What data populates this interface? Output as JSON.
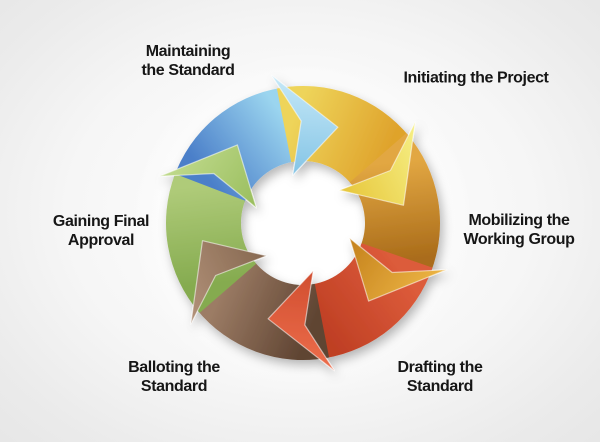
{
  "background": {
    "center": "#ffffff",
    "edge": "#e7e7e7"
  },
  "diagram": {
    "type": "cycle",
    "direction": "clockwise",
    "segments_count": 6,
    "center_hole_color": "#ffffff",
    "steps": [
      {
        "id": "maintaining",
        "label_line1": "Maintaining",
        "label_line2": "the Standard",
        "tip_angle": 20,
        "body_colors": [
          "#4b7fc9",
          "#9bd5ef"
        ],
        "head_colors": [
          "#c9eaf8",
          "#85c5e6"
        ]
      },
      {
        "id": "initiating",
        "label_line1": "Initiating the Project",
        "label_line2": "",
        "tip_angle": 80,
        "body_colors": [
          "#eed45a",
          "#dfa32c"
        ],
        "head_colors": [
          "#f7f28a",
          "#e7c73c"
        ]
      },
      {
        "id": "mobilizing",
        "label_line1": "Mobilizing the",
        "label_line2": "Working Group",
        "tip_angle": 140,
        "body_colors": [
          "#e2a742",
          "#aa6c1a"
        ],
        "head_colors": [
          "#efb847",
          "#c5821d"
        ]
      },
      {
        "id": "drafting",
        "label_line1": "Drafting the",
        "label_line2": "Standard",
        "tip_angle": 200,
        "body_colors": [
          "#dc5b3a",
          "#bf3f24"
        ],
        "head_colors": [
          "#ee6f4d",
          "#d14e30"
        ]
      },
      {
        "id": "balloting",
        "label_line1": "Balloting the",
        "label_line2": "Standard",
        "tip_angle": 260,
        "body_colors": [
          "#5f4432",
          "#9c7c65"
        ],
        "head_colors": [
          "#b5947c",
          "#876951"
        ]
      },
      {
        "id": "approval",
        "label_line1": "Gaining Final",
        "label_line2": "Approval",
        "tip_angle": 320,
        "body_colors": [
          "#85ab4f",
          "#afcb79"
        ],
        "head_colors": [
          "#c3dc90",
          "#9abe5e"
        ]
      }
    ]
  }
}
